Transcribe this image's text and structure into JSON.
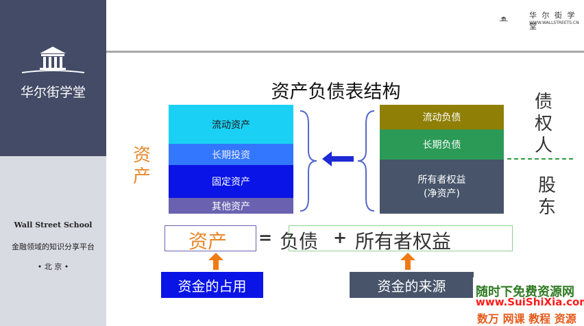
{
  "sidebar": {
    "brand": "华尔街学堂",
    "school_en": "Wall Street School",
    "tagline": "金融领域的知识分享平台",
    "city": "• 北 京 •"
  },
  "header_logo": {
    "cn": "华 尔 街 学 堂",
    "en": "WWW.WALLSTREETS.CN"
  },
  "title": "资产负债表结构",
  "assets": {
    "label": "资产",
    "items": [
      "流动资产",
      "长期投资",
      "固定资产",
      "其他资产"
    ],
    "colors": [
      "#1ad1f5",
      "#3377ff",
      "#0a14e6",
      "#6a62b0"
    ]
  },
  "liabilities": {
    "items": [
      "流动负债",
      "长期负债"
    ],
    "equity_line1": "所有者权益",
    "equity_line2": "(净资产)",
    "colors": [
      "#8f7f06",
      "#2b9a57",
      "#47546a"
    ]
  },
  "side_labels": {
    "creditor": [
      "债",
      "权",
      "人"
    ],
    "shareholder": [
      "股",
      "东"
    ]
  },
  "equation": {
    "left": "资产",
    "equals": "=",
    "debt": "负债",
    "plus": "+",
    "equity": "所有者权益"
  },
  "sources": {
    "use_of_funds": "资金的占用",
    "source_of_funds": "资金的来源"
  },
  "watermark": {
    "line1": "随时下免费资源网",
    "line2": "www.SuiShiXia.com",
    "line3": "数万 网课 教程 资源"
  },
  "colors": {
    "sidebar_dark": "#434b66",
    "sidebar_light": "#d9dbe3",
    "accent_orange": "#e8872a",
    "arrow_blue": "#1e2ad6"
  }
}
